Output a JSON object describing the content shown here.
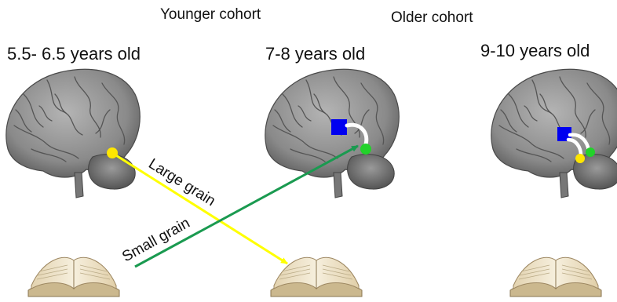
{
  "cohorts": {
    "younger": "Younger cohort",
    "older": "Older cohort"
  },
  "ages": [
    "5.5- 6.5 years old",
    "7-8 years old",
    "9-10 years old"
  ],
  "arrows": {
    "large_grain": "Large grain",
    "small_grain": "Small grain"
  },
  "colors": {
    "large_grain_arrow": "#ffff00",
    "small_grain_arrow": "#1a9a50",
    "region_blue": "#0000f0",
    "region_green": "#22d22a",
    "region_yellow": "#ffe600",
    "brain_gray": "#8c8c8c"
  }
}
